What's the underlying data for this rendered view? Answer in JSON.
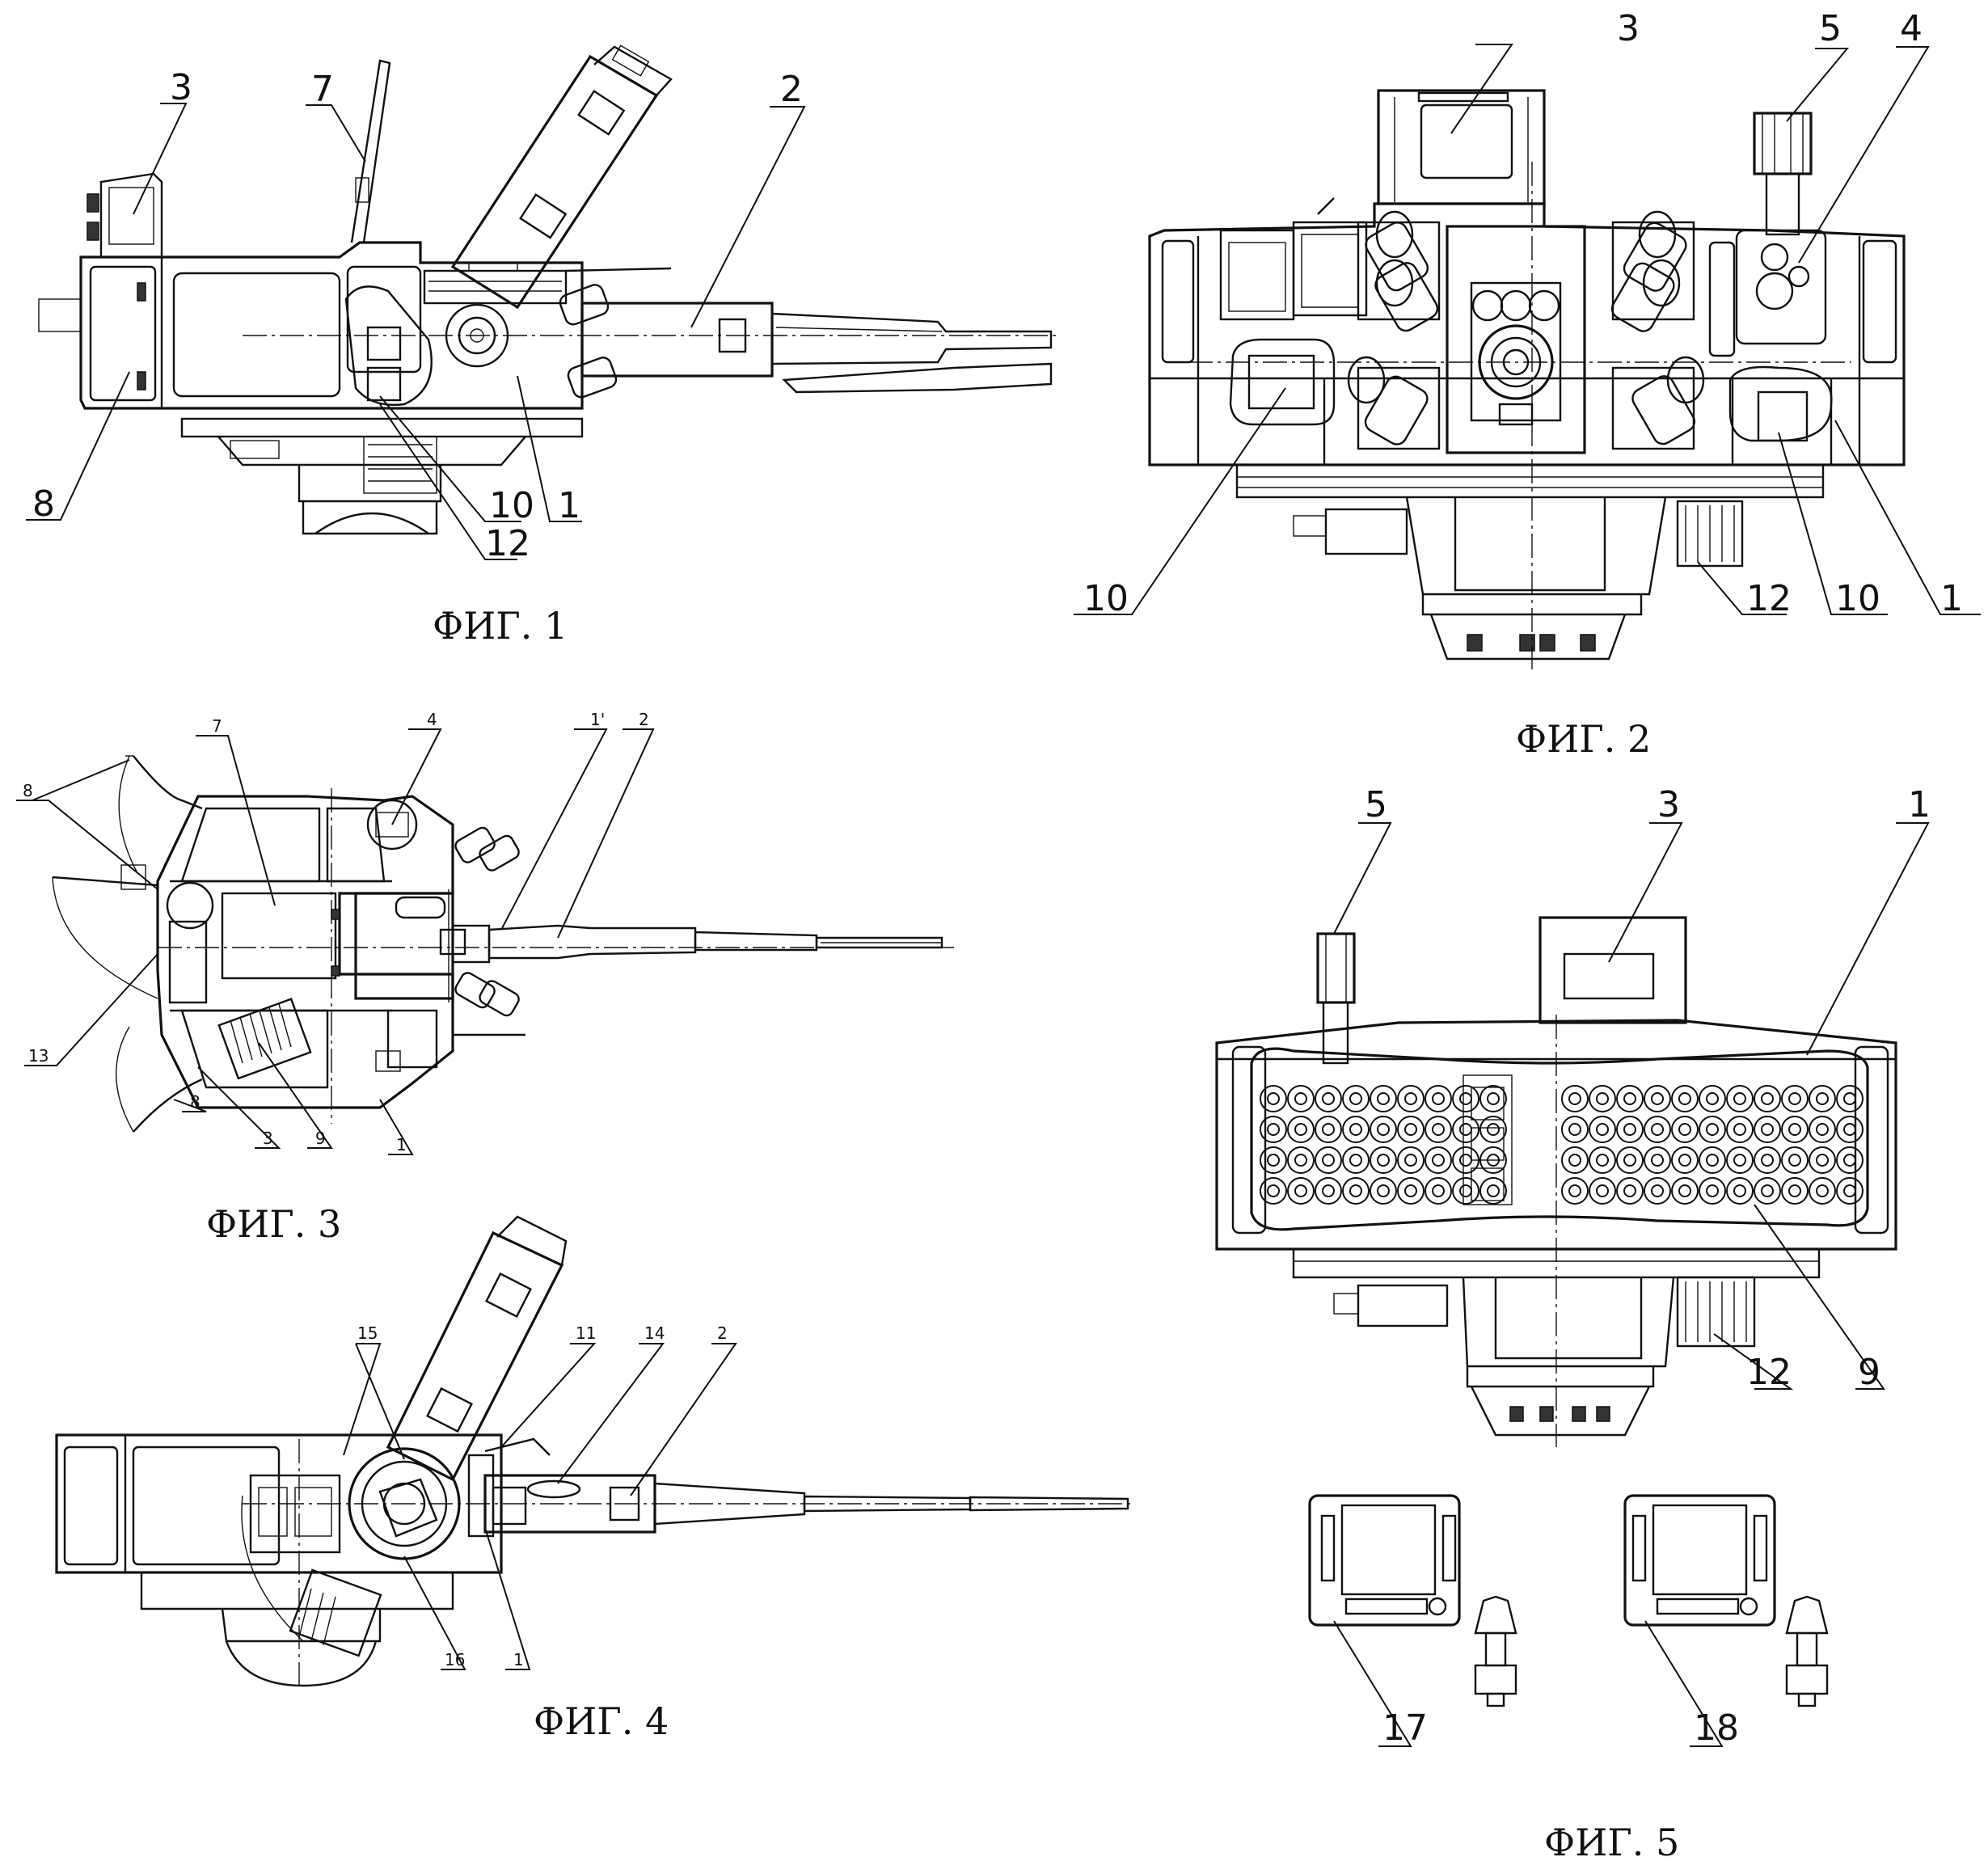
{
  "figures": [
    {
      "id": "fig1",
      "caption": "ФИГ. 1",
      "labels": [
        "3",
        "7",
        "2",
        "8",
        "10",
        "1",
        "12"
      ]
    },
    {
      "id": "fig2",
      "caption": "ФИГ. 2",
      "labels": [
        "3",
        "5",
        "4",
        "10",
        "12",
        "10",
        "1"
      ]
    },
    {
      "id": "fig3",
      "caption": "ФИГ. 3",
      "labels": [
        "7",
        "4",
        "1'",
        "2",
        "8",
        "13",
        "3",
        "9",
        "1",
        "8"
      ]
    },
    {
      "id": "fig4",
      "caption": "ФИГ. 4",
      "labels": [
        "15",
        "11",
        "14",
        "2",
        "16",
        "1"
      ]
    },
    {
      "id": "fig5",
      "caption": "ФИГ. 5",
      "labels": [
        "5",
        "3",
        "1",
        "12",
        "9",
        "17",
        "18"
      ]
    }
  ]
}
